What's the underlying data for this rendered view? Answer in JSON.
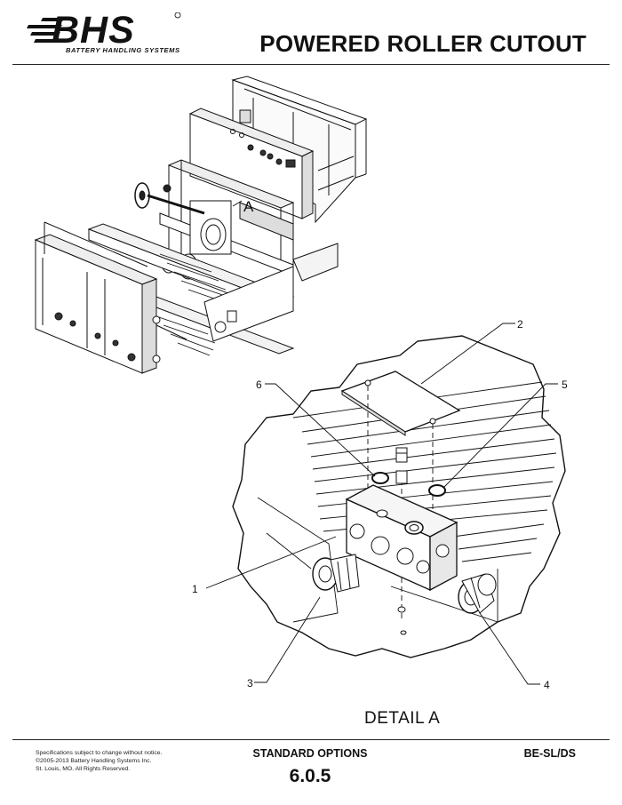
{
  "brand": {
    "logo_text": "BHS",
    "tagline": "BATTERY HANDLING SYSTEMS",
    "registered_mark": "®"
  },
  "page": {
    "title": "POWERED ROLLER CUTOUT"
  },
  "drawing": {
    "overview_callout": "A",
    "detail_title": "DETAIL  A",
    "callouts": [
      "1",
      "2",
      "3",
      "4",
      "5",
      "6"
    ]
  },
  "footer": {
    "notes": [
      "Specifications subject to change without notice.",
      "©2005-2013 Battery Handling Systems Inc.",
      "St. Louis, MO.  All Rights Reserved."
    ],
    "section": "STANDARD OPTIONS",
    "section_number": "6.0.5",
    "doc_code": "BE-SL/DS"
  }
}
